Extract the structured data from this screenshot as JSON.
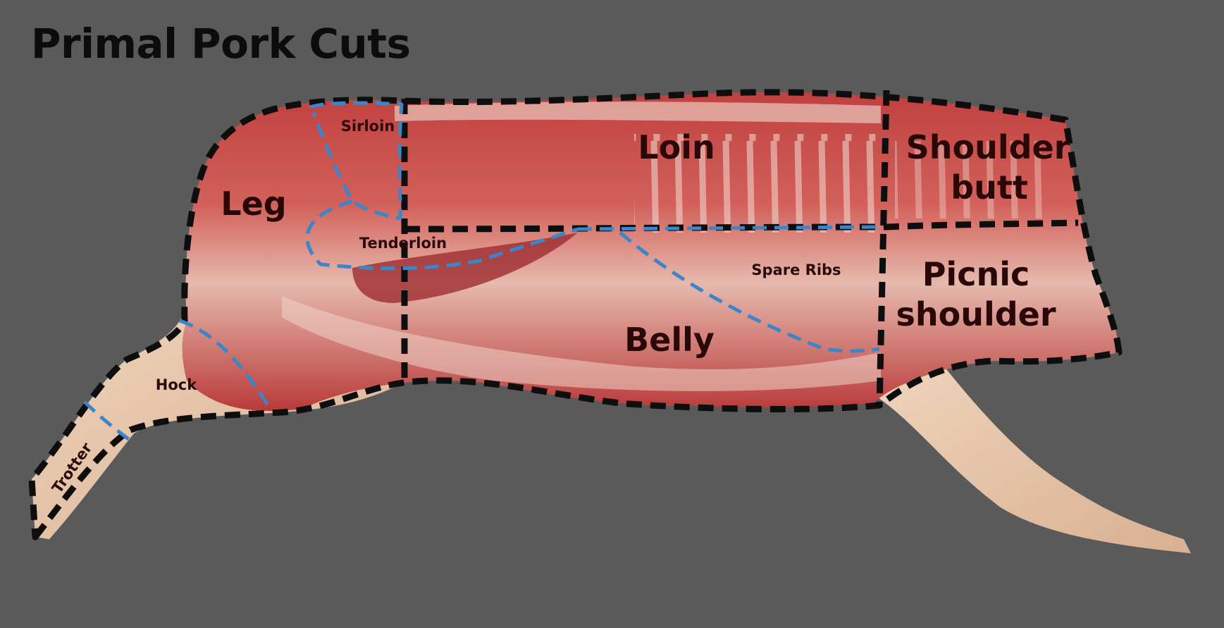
{
  "title": "Primal Pork Cuts",
  "cuts": {
    "primary": {
      "loin": "Loin",
      "shoulder_butt_line1": "Shoulder",
      "shoulder_butt_line2": "butt",
      "leg": "Leg",
      "picnic_line1": "Picnic",
      "picnic_line2": "shoulder",
      "belly": "Belly"
    },
    "secondary": {
      "sirloin": "Sirloin",
      "tenderloin": "Tenderloin",
      "spare_ribs": "Spare Ribs",
      "hock": "Hock",
      "trotter": "Trotter"
    }
  },
  "colors": {
    "background": "#5a5a5a",
    "primal_outline": "#0e0e0e",
    "subcut_outline": "#3a86c8",
    "meat": "#c94a45",
    "skin": "#e8c8a9",
    "label": "#2a0808"
  }
}
